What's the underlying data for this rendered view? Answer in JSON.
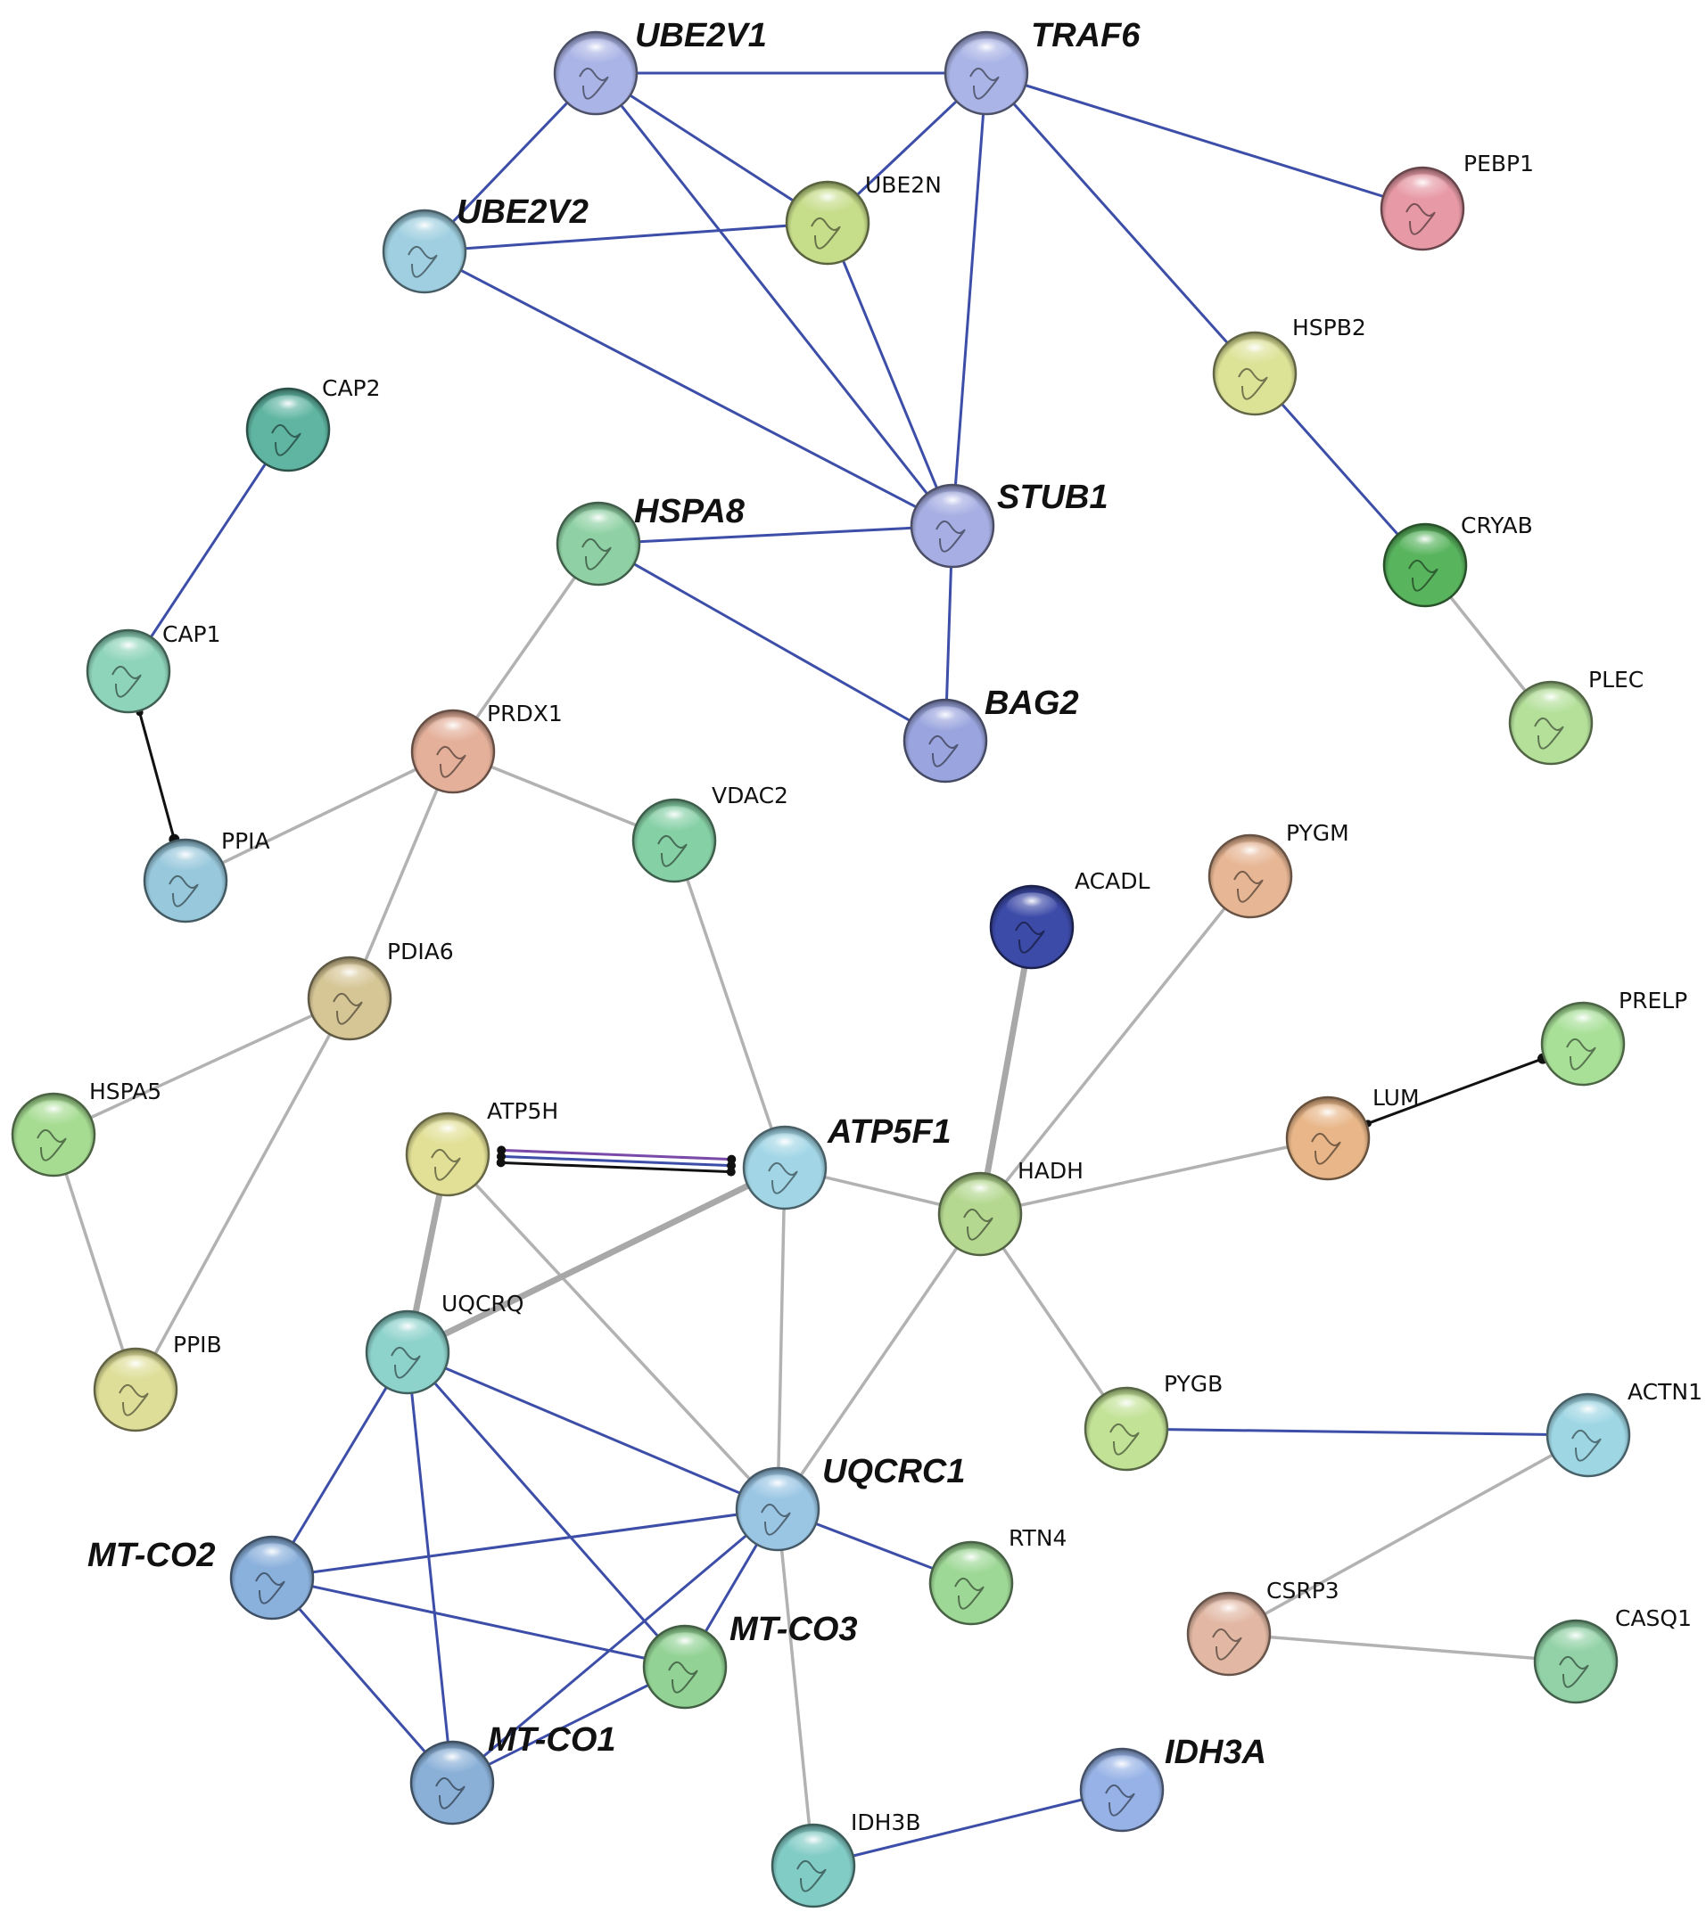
{
  "nodes": [
    {
      "id": "UBE2V1",
      "label": "UBE2V1",
      "big": true,
      "color": "#aab4e6"
    },
    {
      "id": "TRAF6",
      "label": "TRAF6",
      "big": true,
      "color": "#aab4e6"
    },
    {
      "id": "UBE2V2",
      "label": "UBE2V2",
      "big": true,
      "color": "#9fcfe0"
    },
    {
      "id": "UBE2N",
      "label": "UBE2N",
      "big": false,
      "color": "#c6dd8a"
    },
    {
      "id": "PEBP1",
      "label": "PEBP1",
      "big": false,
      "color": "#e79aa6"
    },
    {
      "id": "HSPB2",
      "label": "HSPB2",
      "big": false,
      "color": "#dce296"
    },
    {
      "id": "CAP2",
      "label": "CAP2",
      "big": false,
      "color": "#5fb5a2"
    },
    {
      "id": "HSPA8",
      "label": "HSPA8",
      "big": true,
      "color": "#8fd1a4"
    },
    {
      "id": "STUB1",
      "label": "STUB1",
      "big": true,
      "color": "#a6aee3"
    },
    {
      "id": "CRYAB",
      "label": "CRYAB",
      "big": false,
      "color": "#59b45e"
    },
    {
      "id": "CAP1",
      "label": "CAP1",
      "big": false,
      "color": "#8ed4ba"
    },
    {
      "id": "BAG2",
      "label": "BAG2",
      "big": true,
      "color": "#9aa4de"
    },
    {
      "id": "PLEC",
      "label": "PLEC",
      "big": false,
      "color": "#b4e09a"
    },
    {
      "id": "PRDX1",
      "label": "PRDX1",
      "big": false,
      "color": "#e4b09a"
    },
    {
      "id": "PPIA",
      "label": "PPIA",
      "big": false,
      "color": "#98c8dc"
    },
    {
      "id": "VDAC2",
      "label": "VDAC2",
      "big": false,
      "color": "#86d0a6"
    },
    {
      "id": "PYGM",
      "label": "PYGM",
      "big": false,
      "color": "#e7b694"
    },
    {
      "id": "ACADL",
      "label": "ACADL",
      "big": false,
      "color": "#3c4aa8"
    },
    {
      "id": "PDIA6",
      "label": "PDIA6",
      "big": false,
      "color": "#d6c696"
    },
    {
      "id": "PRELP",
      "label": "PRELP",
      "big": false,
      "color": "#a8e098"
    },
    {
      "id": "HSPA5",
      "label": "HSPA5",
      "big": false,
      "color": "#a6dc92"
    },
    {
      "id": "LUM",
      "label": "LUM",
      "big": false,
      "color": "#e8b688"
    },
    {
      "id": "ATP5H",
      "label": "ATP5H",
      "big": false,
      "color": "#e2e096"
    },
    {
      "id": "ATP5F1",
      "label": "ATP5F1",
      "big": true,
      "color": "#a2d6e6"
    },
    {
      "id": "HADH",
      "label": "HADH",
      "big": false,
      "color": "#b4d890"
    },
    {
      "id": "UQCRQ",
      "label": "UQCRQ",
      "big": false,
      "color": "#8ed2cc"
    },
    {
      "id": "PPIB",
      "label": "PPIB",
      "big": false,
      "color": "#dede98"
    },
    {
      "id": "PYGB",
      "label": "PYGB",
      "big": false,
      "color": "#c2e296"
    },
    {
      "id": "ACTN1",
      "label": "ACTN1",
      "big": false,
      "color": "#9ed6e4"
    },
    {
      "id": "UQCRC1",
      "label": "UQCRC1",
      "big": true,
      "color": "#9ac6e4"
    },
    {
      "id": "MT-CO2",
      "label": "MT-CO2",
      "big": true,
      "color": "#8ab0dc"
    },
    {
      "id": "RTN4",
      "label": "RTN4",
      "big": false,
      "color": "#9ed896"
    },
    {
      "id": "CSRP3",
      "label": "CSRP3",
      "big": false,
      "color": "#e2b8a4"
    },
    {
      "id": "MT-CO3",
      "label": "MT-CO3",
      "big": true,
      "color": "#92d294"
    },
    {
      "id": "CASQ1",
      "label": "CASQ1",
      "big": false,
      "color": "#92d2a6"
    },
    {
      "id": "MT-CO1",
      "label": "MT-CO1",
      "big": true,
      "color": "#8ab0d8"
    },
    {
      "id": "IDH3A",
      "label": "IDH3A",
      "big": true,
      "color": "#96b2e6"
    },
    {
      "id": "IDH3B",
      "label": "IDH3B",
      "big": false,
      "color": "#82ccc6"
    }
  ],
  "edges": [
    {
      "from": "UBE2V1",
      "to": "TRAF6",
      "kind": "blue"
    },
    {
      "from": "UBE2V1",
      "to": "UBE2V2",
      "kind": "blue"
    },
    {
      "from": "UBE2V1",
      "to": "UBE2N",
      "kind": "blue"
    },
    {
      "from": "UBE2V1",
      "to": "STUB1",
      "kind": "blue"
    },
    {
      "from": "TRAF6",
      "to": "UBE2N",
      "kind": "blue"
    },
    {
      "from": "TRAF6",
      "to": "STUB1",
      "kind": "blue"
    },
    {
      "from": "TRAF6",
      "to": "PEBP1",
      "kind": "blue"
    },
    {
      "from": "TRAF6",
      "to": "HSPB2",
      "kind": "blue"
    },
    {
      "from": "UBE2V2",
      "to": "UBE2N",
      "kind": "blue"
    },
    {
      "from": "UBE2V2",
      "to": "STUB1",
      "kind": "blue"
    },
    {
      "from": "UBE2N",
      "to": "STUB1",
      "kind": "blue"
    },
    {
      "from": "HSPB2",
      "to": "CRYAB",
      "kind": "blue"
    },
    {
      "from": "CRYAB",
      "to": "PLEC",
      "kind": "gray"
    },
    {
      "from": "CAP2",
      "to": "CAP1",
      "kind": "blue"
    },
    {
      "from": "CAP1",
      "to": "PPIA",
      "kind": "black"
    },
    {
      "from": "HSPA8",
      "to": "STUB1",
      "kind": "blue"
    },
    {
      "from": "HSPA8",
      "to": "BAG2",
      "kind": "blue"
    },
    {
      "from": "STUB1",
      "to": "BAG2",
      "kind": "blue"
    },
    {
      "from": "HSPA8",
      "to": "PRDX1",
      "kind": "gray"
    },
    {
      "from": "PRDX1",
      "to": "PPIA",
      "kind": "gray"
    },
    {
      "from": "PRDX1",
      "to": "VDAC2",
      "kind": "gray"
    },
    {
      "from": "PRDX1",
      "to": "PDIA6",
      "kind": "gray"
    },
    {
      "from": "PDIA6",
      "to": "HSPA5",
      "kind": "gray"
    },
    {
      "from": "PDIA6",
      "to": "PPIB",
      "kind": "gray"
    },
    {
      "from": "HSPA5",
      "to": "PPIB",
      "kind": "gray"
    },
    {
      "from": "VDAC2",
      "to": "ATP5F1",
      "kind": "gray"
    },
    {
      "from": "ATP5H",
      "to": "ATP5F1",
      "kind": "double"
    },
    {
      "from": "ATP5H",
      "to": "UQCRQ",
      "kind": "grayThick"
    },
    {
      "from": "ATP5H",
      "to": "UQCRC1",
      "kind": "gray"
    },
    {
      "from": "ATP5F1",
      "to": "UQCRQ",
      "kind": "grayThick"
    },
    {
      "from": "ATP5F1",
      "to": "UQCRC1",
      "kind": "gray"
    },
    {
      "from": "ATP5F1",
      "to": "HADH",
      "kind": "gray"
    },
    {
      "from": "ACADL",
      "to": "HADH",
      "kind": "grayThick"
    },
    {
      "from": "PYGM",
      "to": "HADH",
      "kind": "gray"
    },
    {
      "from": "LUM",
      "to": "HADH",
      "kind": "gray"
    },
    {
      "from": "LUM",
      "to": "PRELP",
      "kind": "black"
    },
    {
      "from": "HADH",
      "to": "PYGB",
      "kind": "gray"
    },
    {
      "from": "HADH",
      "to": "UQCRC1",
      "kind": "gray"
    },
    {
      "from": "PYGB",
      "to": "ACTN1",
      "kind": "blue"
    },
    {
      "from": "ACTN1",
      "to": "CSRP3",
      "kind": "gray"
    },
    {
      "from": "CSRP3",
      "to": "CASQ1",
      "kind": "gray"
    },
    {
      "from": "UQCRQ",
      "to": "UQCRC1",
      "kind": "blue"
    },
    {
      "from": "UQCRQ",
      "to": "MT-CO2",
      "kind": "blue"
    },
    {
      "from": "UQCRQ",
      "to": "MT-CO1",
      "kind": "blue"
    },
    {
      "from": "UQCRQ",
      "to": "MT-CO3",
      "kind": "blue"
    },
    {
      "from": "UQCRC1",
      "to": "MT-CO2",
      "kind": "blue"
    },
    {
      "from": "UQCRC1",
      "to": "MT-CO3",
      "kind": "blue"
    },
    {
      "from": "UQCRC1",
      "to": "MT-CO1",
      "kind": "blue"
    },
    {
      "from": "UQCRC1",
      "to": "RTN4",
      "kind": "blue"
    },
    {
      "from": "UQCRC1",
      "to": "IDH3B",
      "kind": "gray"
    },
    {
      "from": "MT-CO2",
      "to": "MT-CO3",
      "kind": "blue"
    },
    {
      "from": "MT-CO2",
      "to": "MT-CO1",
      "kind": "blue"
    },
    {
      "from": "MT-CO3",
      "to": "MT-CO1",
      "kind": "blue"
    },
    {
      "from": "IDH3B",
      "to": "IDH3A",
      "kind": "blue"
    }
  ],
  "edge_colors": {
    "blue": "#3d4ea8",
    "gray": "#b2b2b2",
    "black": "#111111",
    "purple": "#7a4aa8"
  }
}
